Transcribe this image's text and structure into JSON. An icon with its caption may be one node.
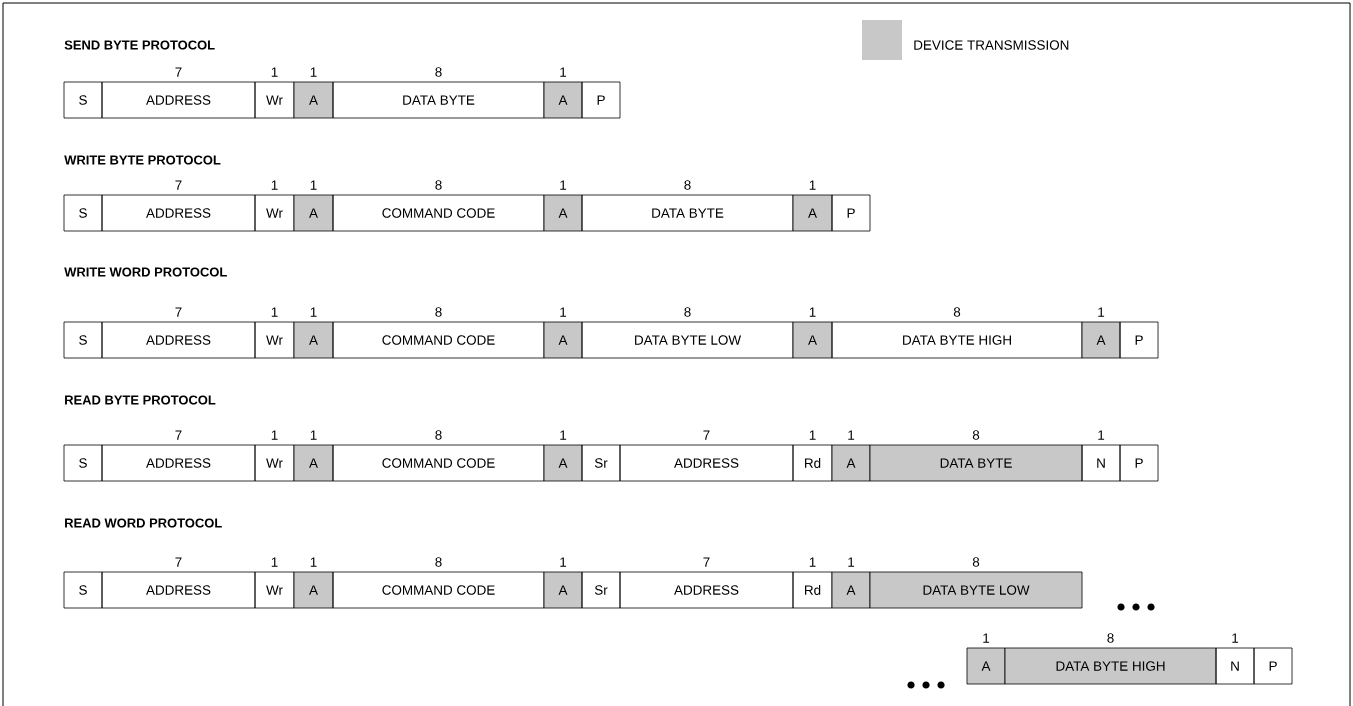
{
  "diagram": {
    "nodes": [
      {
        "text": [
          "S"
        ]
      },
      {
        "text": [
          "ADDRESS"
        ],
        "beside": [
          "7"
        ]
      },
      {
        "text": [
          "Wr"
        ],
        "beside": [
          "1"
        ]
      },
      {
        "text": [
          "A"
        ],
        "beside": [
          "1"
        ]
      },
      {
        "text": [
          "DATA BYTE"
        ],
        "beside": [
          "8"
        ]
      },
      {
        "text": [
          "A"
        ],
        "beside": [
          "1"
        ]
      },
      {
        "text": [
          "P"
        ]
      },
      {
        "text": [
          "S"
        ]
      },
      {
        "text": [
          "ADDRESS"
        ],
        "beside": [
          "7"
        ]
      },
      {
        "text": [
          "Wr"
        ],
        "beside": [
          "1"
        ]
      },
      {
        "text": [
          "A"
        ],
        "beside": [
          "1"
        ]
      },
      {
        "text": [
          "COMMAND CODE"
        ],
        "beside": [
          "8"
        ]
      },
      {
        "text": [
          "A"
        ],
        "beside": [
          "1"
        ]
      },
      {
        "text": [
          "DATA BYTE"
        ],
        "beside": [
          "8"
        ]
      },
      {
        "text": [
          "A"
        ],
        "beside": [
          "1"
        ]
      },
      {
        "text": [
          "P"
        ]
      },
      {
        "text": [
          "S"
        ]
      },
      {
        "text": [
          "ADDRESS"
        ],
        "beside": [
          "7"
        ]
      },
      {
        "text": [
          "Wr"
        ],
        "beside": [
          "1"
        ]
      },
      {
        "text": [
          "A"
        ],
        "beside": [
          "1"
        ]
      },
      {
        "text": [
          "COMMAND CODE"
        ],
        "beside": [
          "8"
        ]
      },
      {
        "text": [
          "A"
        ],
        "beside": [
          "1"
        ]
      },
      {
        "text": [
          "DATA BYTE LOW"
        ],
        "beside": [
          "8"
        ]
      },
      {
        "text": [
          "A"
        ],
        "beside": [
          "1"
        ]
      },
      {
        "text": [
          "DATA BYTE HIGH"
        ],
        "beside": [
          "8"
        ]
      },
      {
        "text": [
          "A"
        ],
        "beside": [
          "1"
        ]
      },
      {
        "text": [
          "P"
        ]
      },
      {
        "text": [
          "S"
        ]
      },
      {
        "text": [
          "ADDRESS"
        ],
        "beside": [
          "7"
        ]
      },
      {
        "text": [
          "Wr"
        ],
        "beside": [
          "1"
        ]
      },
      {
        "text": [
          "A"
        ],
        "beside": [
          "1"
        ]
      },
      {
        "text": [
          "COMMAND CODE"
        ],
        "beside": [
          "8"
        ]
      },
      {
        "text": [
          "A"
        ],
        "beside": [
          "1"
        ]
      },
      {
        "text": [
          "Sr"
        ]
      },
      {
        "text": [
          "ADDRESS"
        ],
        "beside": [
          "7"
        ]
      },
      {
        "text": [
          "Rd"
        ],
        "beside": [
          "1"
        ]
      },
      {
        "text": [
          "A"
        ],
        "beside": [
          "1"
        ]
      },
      {
        "text": [
          "DATA BYTE"
        ],
        "beside": [
          "8"
        ]
      },
      {
        "text": [
          "N"
        ],
        "beside": [
          "1"
        ]
      },
      {
        "text": [
          "P"
        ]
      },
      {
        "text": [
          "S"
        ]
      },
      {
        "text": [
          "ADDRESS"
        ],
        "beside": [
          "7"
        ]
      },
      {
        "text": [
          "Wr"
        ],
        "beside": [
          "1"
        ]
      },
      {
        "text": [
          "A"
        ],
        "beside": [
          "1"
        ]
      },
      {
        "text": [
          "COMMAND CODE"
        ],
        "beside": [
          "8"
        ]
      },
      {
        "text": [
          "A"
        ],
        "beside": [
          "1"
        ]
      },
      {
        "text": [
          "Sr"
        ]
      },
      {
        "text": [
          "ADDRESS"
        ],
        "beside": [
          "7"
        ]
      },
      {
        "text": [
          "Rd"
        ],
        "beside": [
          "1"
        ]
      },
      {
        "text": [
          "A"
        ],
        "beside": [
          "1"
        ]
      },
      {
        "text": [
          "DATA BYTE LOW"
        ],
        "beside": [
          "8"
        ]
      },
      {
        "text": [
          "A"
        ],
        "beside": [
          "1"
        ]
      },
      {
        "text": [
          "DATA BYTE HIGH"
        ],
        "beside": [
          "8"
        ]
      },
      {
        "text": [
          "N"
        ],
        "beside": [
          "1"
        ]
      },
      {
        "text": [
          "P"
        ]
      }
    ],
    "labels": [
      "SEND BYTE PROTOCOL",
      "WRITE BYTE PROTOCOL",
      "WRITE WORD PROTOCOL",
      "READ BYTE PROTOCOL",
      "READ WORD PROTOCOL"
    ],
    "legend": [
      {
        "text": "DEVICE TRANSMISSION",
        "color": "#c8c8c8"
      }
    ]
  }
}
